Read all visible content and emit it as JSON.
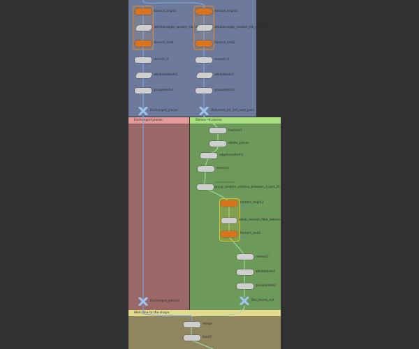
{
  "network_boxes": {
    "top": {
      "color": "#6d7a9c"
    },
    "exchanged": {
      "title": "Exchanged pieces",
      "color": "#9b6868",
      "header_color": "#e59b9b"
    },
    "delivered": {
      "title": "Delivered pieces",
      "color": "#6d9a5a",
      "header_color": "#a8e07e"
    },
    "bottom": {
      "title": "Welcome to the shape",
      "color": "#8f8660",
      "header_color": "#e3dc8f"
    }
  },
  "top_columns": {
    "left": {
      "begin_label": "foreach_begin1",
      "mid_label": "attribwrangle_random_tile_stamp_1",
      "end_label": "foreach_end1",
      "n2_label": "remesh_tl",
      "n3_label": "attributedelete1",
      "n4_label": "groupdelete1",
      "out_label": "Exchanged_pieces"
    },
    "right": {
      "begin_label": "foreach_begin2",
      "mid_label": "attribwrangle_random_tile_stamp_2",
      "end_label": "foreach_end2",
      "n2_label": "remesh_tl",
      "n3_label": "attribdelete2",
      "n4_label": "groupdelete2",
      "out_label": "Delivered_for_3rd_next_pass"
    }
  },
  "exchanged_column": {
    "out_label": "Exchanged_pieces1"
  },
  "delivered_column": {
    "n1_label": "fracture1",
    "n2_label": "delete_pieces",
    "n3_label": "edgetransform1",
    "n4_label": "remesh1",
    "n5_flag": "attributeTransfer",
    "n5_label": "group_random_rotation_between_3_and_25",
    "begin_label": "foreach_begin3",
    "mid_label": "attrib_remesh_fillet_deform",
    "end_label": "foreach_end3",
    "n6_label": "remesh2",
    "n7_label": "attribdelete3",
    "n8_label": "groupdelete3",
    "out_label": "Del_pieces_out"
  },
  "bottom_column": {
    "n1_label": "merge",
    "n2_label": "blast1"
  },
  "flags": {
    "begin_flag": "begin",
    "end_flag": "end"
  }
}
